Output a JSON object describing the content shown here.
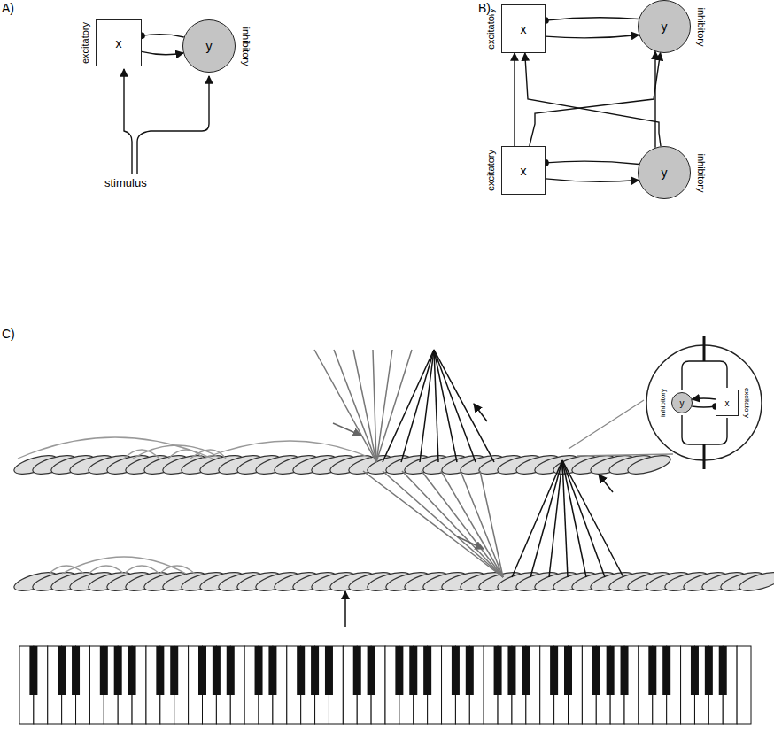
{
  "diagram": {
    "nodes": [
      {
        "text": [
          "x",
          "excitatory"
        ]
      },
      {
        "text": [
          "y",
          "inhibitory"
        ]
      },
      {
        "text": [
          "x",
          "excitatory"
        ]
      },
      {
        "text": [
          "y",
          "inhibitory"
        ]
      },
      {
        "text": [
          "x",
          "excitatory"
        ]
      },
      {
        "text": [
          "y",
          "inhibitory"
        ]
      },
      {
        "text": [
          "y",
          "inhibitory"
        ]
      },
      {
        "text": [
          "x",
          "excitatory"
        ]
      }
    ],
    "edges": [
      {
        "from": 0,
        "to": 1,
        "arrow": "to"
      },
      {
        "from": 1,
        "to": 0,
        "arrow": "to"
      },
      {
        "from": 2,
        "to": 3,
        "arrow": "to"
      },
      {
        "from": 3,
        "to": 2,
        "arrow": "to"
      },
      {
        "from": 4,
        "to": 5,
        "arrow": "to"
      },
      {
        "from": 5,
        "to": 4,
        "arrow": "to"
      },
      {
        "from": 4,
        "to": 2,
        "arrow": "to"
      },
      {
        "from": 4,
        "to": 3,
        "arrow": "to"
      },
      {
        "from": 5,
        "to": 2,
        "arrow": "to"
      },
      {
        "from": 5,
        "to": 3,
        "arrow": "to"
      },
      {
        "from": 7,
        "to": 6,
        "arrow": "to"
      },
      {
        "from": 6,
        "to": 7,
        "arrow": "to"
      }
    ],
    "labels": [
      "A)",
      "B)",
      "C)",
      "stimulus"
    ]
  }
}
